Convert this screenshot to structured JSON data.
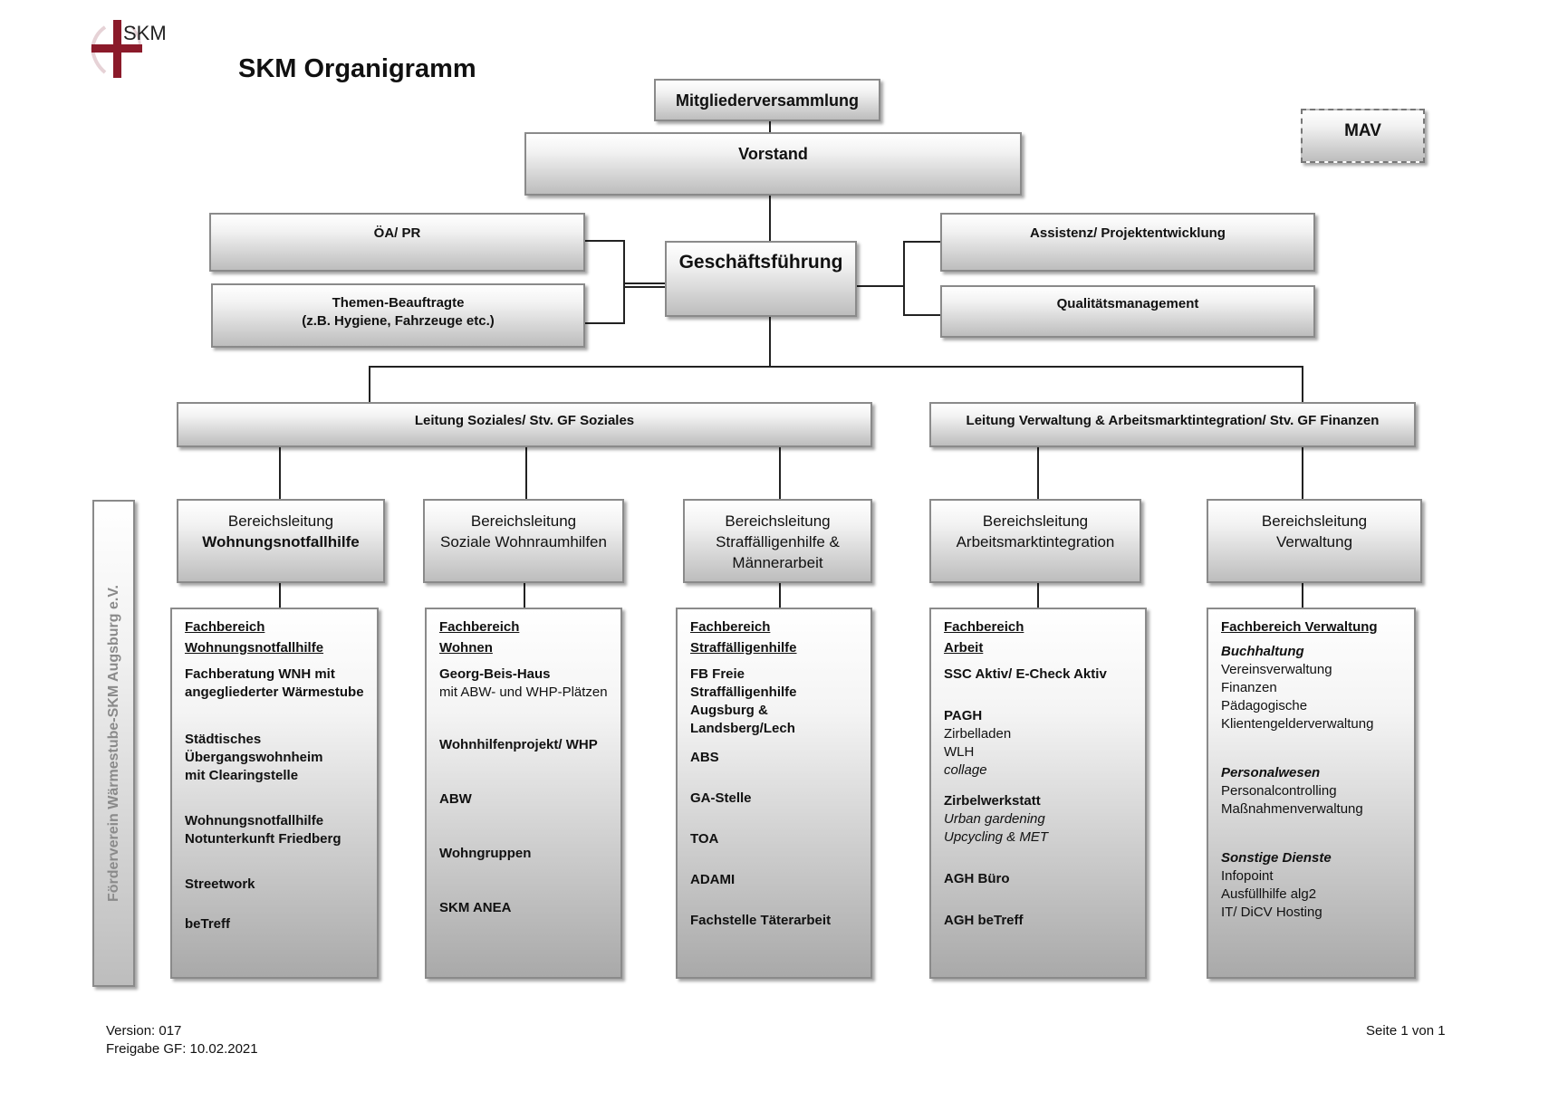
{
  "header": {
    "logo_text": "SKM",
    "title": "SKM Organigramm"
  },
  "top": {
    "assembly": "Mitgliederversammlung",
    "board": "Vorstand",
    "mav": "MAV",
    "management": "Geschäftsführung"
  },
  "staff_left": {
    "pr": "ÖA/ PR",
    "themes_line1": "Themen-Beauftragte",
    "themes_line2": "(z.B. Hygiene, Fahrzeuge etc.)"
  },
  "staff_right": {
    "assist": "Assistenz/ Projektentwicklung",
    "qm": "Qualitätsmanagement"
  },
  "leads": {
    "social": "Leitung Soziales/ Stv. GF Soziales",
    "admin": "Leitung Verwaltung & Arbeitsmarktintegration/ Stv.  GF Finanzen"
  },
  "side_label": "Förderverein Wärmestube-SKM Augsburg e.V.",
  "divisions": [
    {
      "l1": "Bereichsleitung",
      "l2": "Wohnungsnotfallhilfe",
      "l3": ""
    },
    {
      "l1": "Bereichsleitung",
      "l2": "Soziale Wohnraumhilfen",
      "l3": ""
    },
    {
      "l1": "Bereichsleitung",
      "l2": "Straffälligenhilfe &",
      "l3": "Männerarbeit"
    },
    {
      "l1": "Bereichsleitung",
      "l2": "Arbeitsmarktintegration",
      "l3": ""
    },
    {
      "l1": "Bereichsleitung",
      "l2": "Verwaltung",
      "l3": ""
    }
  ],
  "dept1": {
    "h1": "Fachbereich",
    "h2": "Wohnungsnotfallhilfe",
    "a1": "Fachberatung WNH mit",
    "a2": "angegliederter Wärmestube",
    "b1": "Städtisches",
    "b2": "Übergangswohnheim",
    "b3": "mit Clearingstelle",
    "c1": "Wohnungsnotfallhilfe",
    "c2": "Notunterkunft Friedberg",
    "d": "Streetwork",
    "e": "beTreff"
  },
  "dept2": {
    "h1": "Fachbereich",
    "h2": "Wohnen",
    "a1": "Georg-Beis-Haus",
    "a2": "mit ABW- und WHP-Plätzen",
    "b": "Wohnhilfenprojekt/ WHP",
    "c": "ABW",
    "d": "Wohngruppen",
    "e": "SKM ANEA"
  },
  "dept3": {
    "h1": "Fachbereich",
    "h2": "Straffälligenhilfe",
    "a1": "FB Freie",
    "a2": "Straffälligenhilfe",
    "a3": "Augsburg &",
    "a4": "Landsberg/Lech",
    "b": "ABS",
    "c": "GA-Stelle",
    "d": "TOA",
    "e": "ADAMI",
    "f": "Fachstelle Täterarbeit"
  },
  "dept4": {
    "h1": "Fachbereich",
    "h2": "Arbeit",
    "a": "SSC Aktiv/ E-Check Aktiv",
    "b1": "PAGH",
    "b2": "Zirbelladen",
    "b3": "WLH",
    "b4": "collage",
    "c1": "Zirbelwerkstatt",
    "c2": "Urban gardening",
    "c3": "Upcycling & MET",
    "d": "AGH Büro",
    "e": "AGH beTreff"
  },
  "dept5": {
    "h1": "Fachbereich Verwaltung",
    "a": "Buchhaltung",
    "a1": "Vereinsverwaltung",
    "a2": "Finanzen",
    "a3": "Pädagogische",
    "a4": "Klientengelderverwaltung",
    "b": "Personalwesen",
    "b1": "Personalcontrolling",
    "b2": "Maßnahmenverwaltung",
    "c": "Sonstige Dienste",
    "c1": "Infopoint",
    "c2": "Ausfüllhilfe alg2",
    "c3": "IT/ DiCV Hosting"
  },
  "footer": {
    "version": "Version: 017",
    "release": "Freigabe GF: 10.02.2021",
    "page": "Seite 1 von 1"
  },
  "colors": {
    "logo_cross": "#8b1a2a",
    "box_border": "#8a8a8a"
  }
}
